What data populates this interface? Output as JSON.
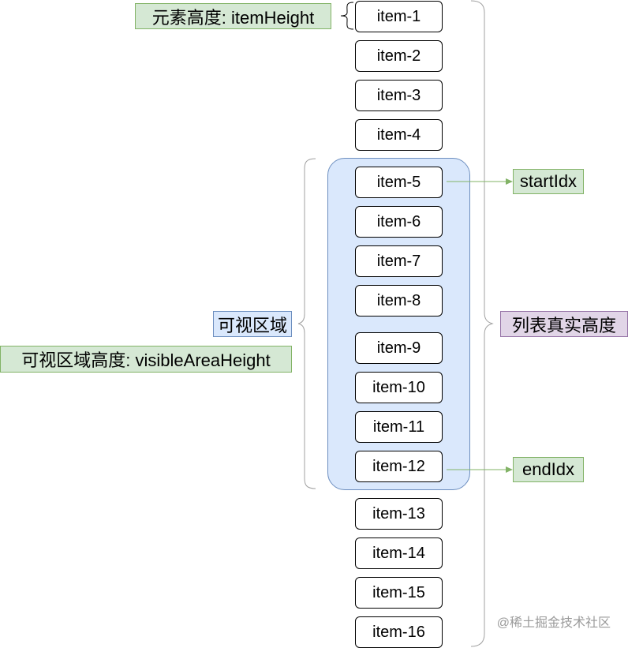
{
  "labels": {
    "item_height": "元素高度: itemHeight",
    "viewport": "可视区域",
    "viewport_height": "可视区域高度: visibleAreaHeight",
    "list_height": "列表真实高度",
    "start_idx": "startIdx",
    "end_idx": "endIdx"
  },
  "items": [
    "item-1",
    "item-2",
    "item-3",
    "item-4",
    "item-5",
    "item-6",
    "item-7",
    "item-8",
    "item-9",
    "item-10",
    "item-11",
    "item-12",
    "item-13",
    "item-14",
    "item-15",
    "item-16"
  ],
  "watermark": "@稀土掘金技术社区",
  "colors": {
    "viewport_fill": "#dae8fc",
    "viewport_stroke": "#6c8ebf",
    "label_green": "#d5e8d4",
    "label_purple": "#e1d5e7",
    "arrow": "#82b366",
    "brace": "#a0a0a0"
  }
}
